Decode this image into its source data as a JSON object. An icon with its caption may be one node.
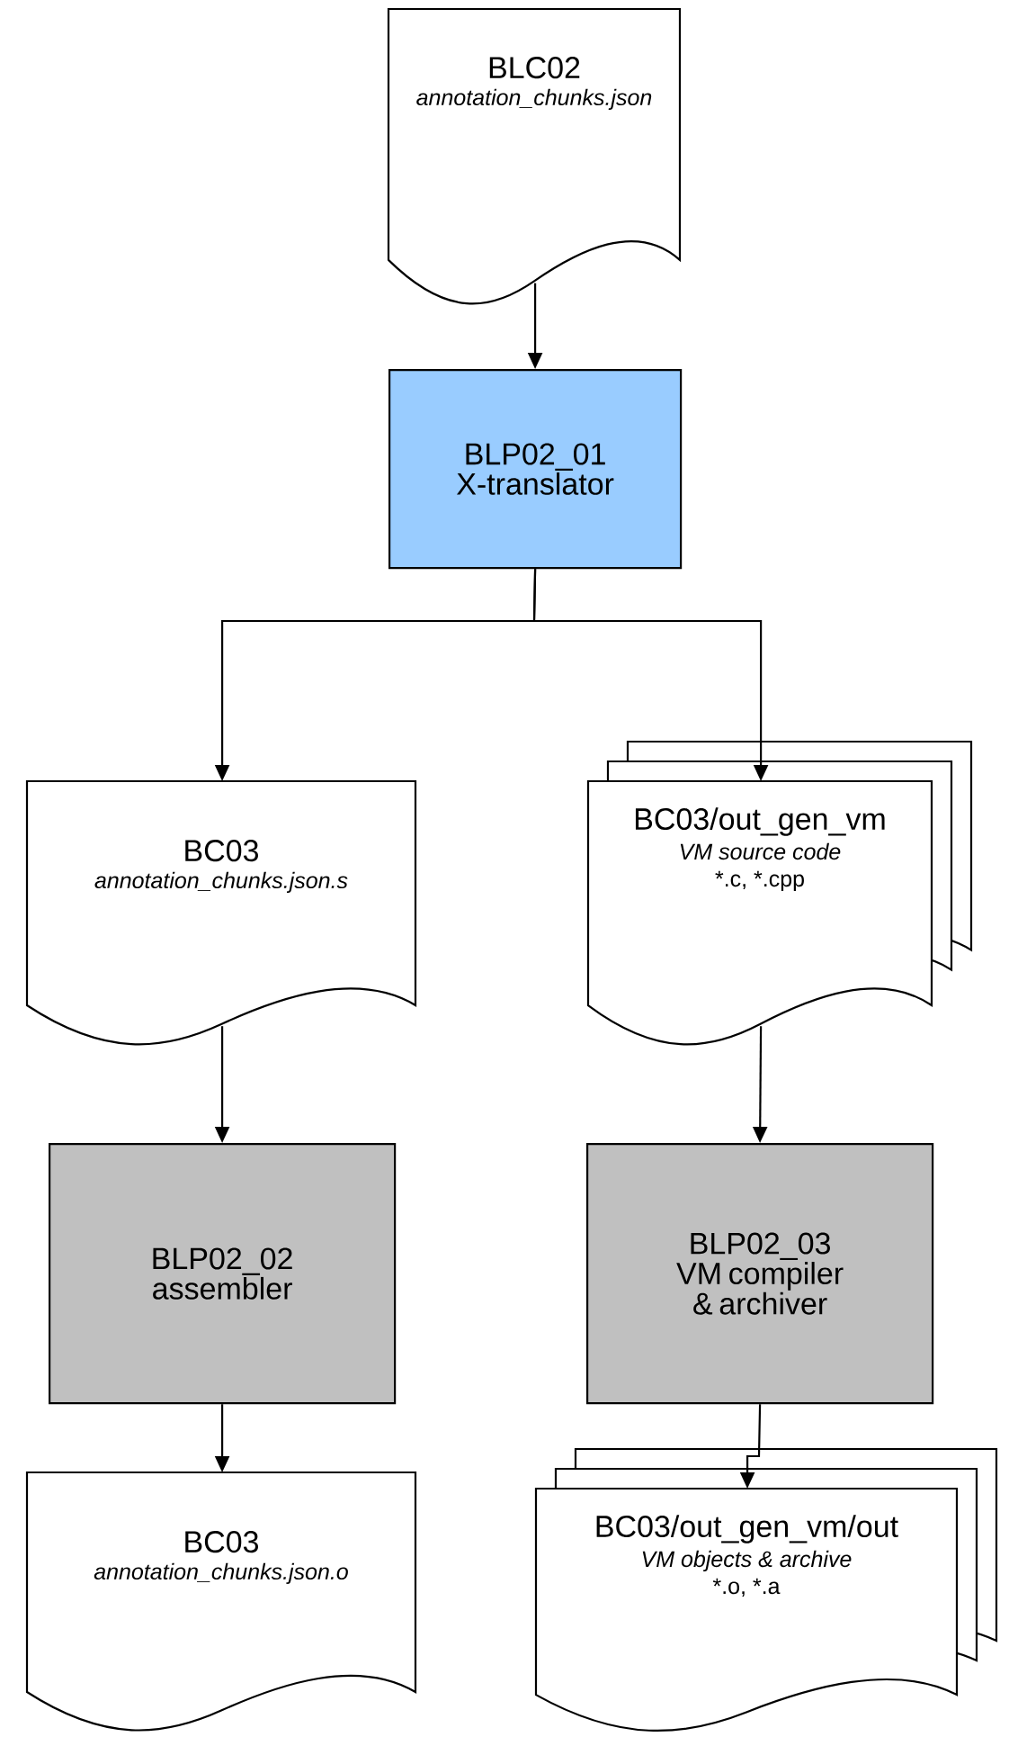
{
  "diagram": {
    "nodes": [
      {
        "text": [
          "BLC02",
          "annotation_chunks.json"
        ]
      },
      {
        "text": [
          "BLP02_01",
          "X-translator"
        ]
      },
      {
        "text": [
          "BC03",
          "annotation_chunks.json.s"
        ]
      },
      {
        "text": [
          "BC03/out_gen_vm",
          "VM source code",
          "*.c, *.cpp"
        ]
      },
      {
        "text": [
          "BLP02_02",
          "assembler"
        ]
      },
      {
        "text": [
          "BLP02_03",
          "VM compiler & archiver"
        ]
      },
      {
        "text": [
          "BC03",
          "annotation_chunks.json.o"
        ]
      },
      {
        "text": [
          "BC03/out_gen_vm/out",
          "VM objects & archive",
          "*.o, *.a"
        ]
      }
    ],
    "edges": [
      {
        "from": 0,
        "to": 1,
        "arrow": "to"
      },
      {
        "from": 1,
        "to": 2,
        "arrow": "to"
      },
      {
        "from": 1,
        "to": 3,
        "arrow": "to"
      },
      {
        "from": 2,
        "to": 4,
        "arrow": "to"
      },
      {
        "from": 3,
        "to": 5,
        "arrow": "to"
      },
      {
        "from": 4,
        "to": 6,
        "arrow": "to"
      },
      {
        "from": 5,
        "to": 7,
        "arrow": "to"
      }
    ]
  }
}
